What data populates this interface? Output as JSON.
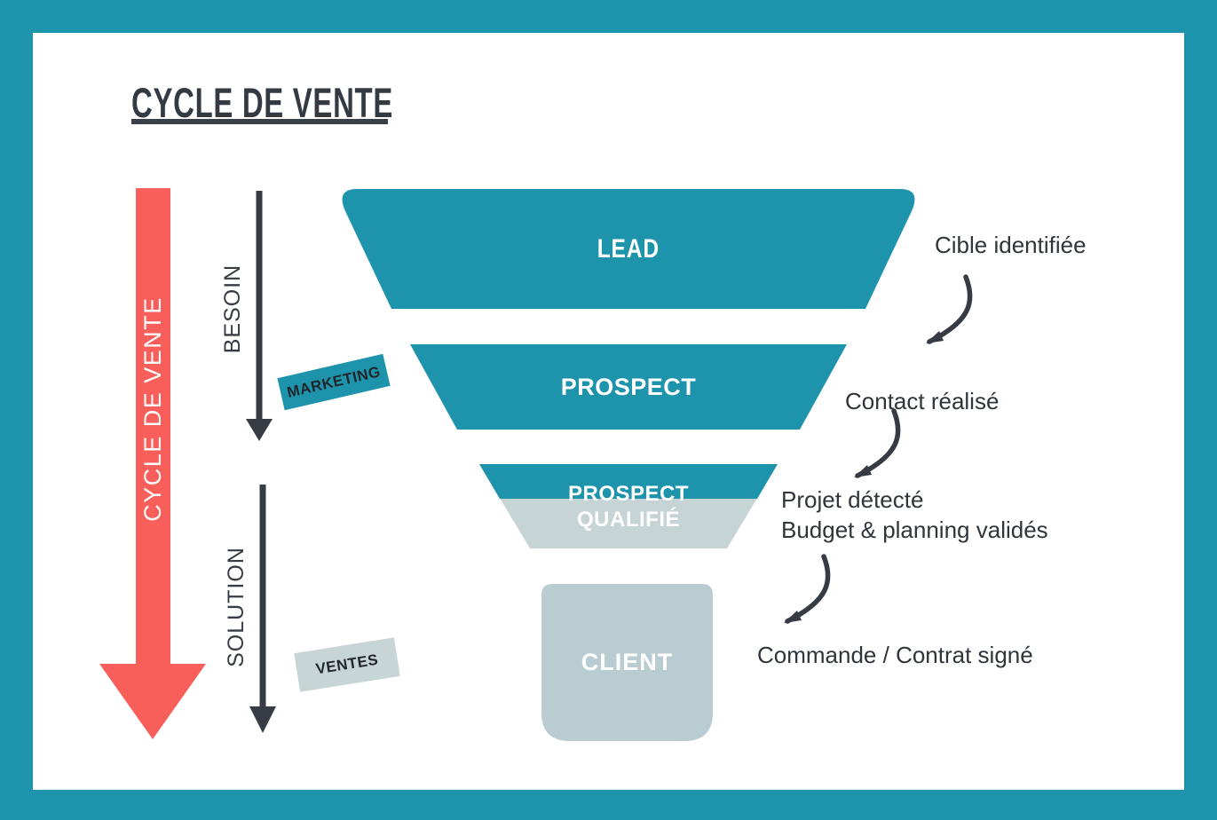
{
  "page": {
    "title": "CYCLE DE VENTE",
    "type_hint": "sales funnel infographic"
  },
  "left_timeline": {
    "cycle_arrow_label": "CYCLE DE VENTE",
    "phases": [
      {
        "label": "BESOIN",
        "tag": "MARKETING"
      },
      {
        "label": "SOLUTION",
        "tag": "VENTES"
      }
    ]
  },
  "funnel": {
    "stages": [
      {
        "id": "lead",
        "label": "LEAD",
        "annotation": "Cible identifiée"
      },
      {
        "id": "prospect",
        "label": "PROSPECT",
        "annotation": "Contact réalisé"
      },
      {
        "id": "prospect-qualifie",
        "label_lines": [
          "PROSPECT",
          "QUALIFIÉ"
        ],
        "annotation_lines": [
          "Projet détecté",
          "Budget & planning validés"
        ]
      },
      {
        "id": "client",
        "label": "CLIENT",
        "annotation": "Commande / Contrat signé"
      }
    ]
  },
  "colors": {
    "frame_teal": "#1E94AC",
    "funnel_teal": "#1E94AC",
    "funnel_gray": "#C6D4D6",
    "client_gray": "#B8CCD1",
    "ventes_tag_gray": "#C8D5D6",
    "cycle_arrow_red": "#F95F5A",
    "dark_ink": "#363B44",
    "text_dark": "#2F353B",
    "background_white": "#FFFFFF"
  }
}
